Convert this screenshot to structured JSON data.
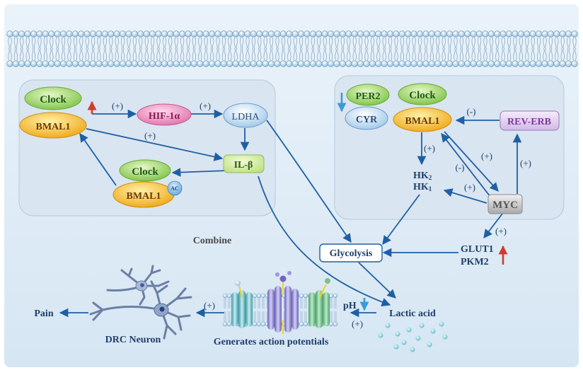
{
  "left_box": {
    "clock_top": "Clock",
    "bmal1_top": "BMAL1",
    "hif": "HIF-1α",
    "ldha": "LDHA",
    "il_beta": "IL-β",
    "clock_bottom": "Clock",
    "bmal1_bottom": "BMAL1",
    "ac_badge": "AC",
    "plus_hif": "(+)",
    "plus_ldha": "(+)",
    "plus_ilb": "(+)"
  },
  "combine_label": "Combine",
  "right_box": {
    "per2": "PER2",
    "cyr": "CYR",
    "clock": "Clock",
    "bmal1": "BMAL1",
    "rev_erb": "REV-ERB",
    "minus_rev": "(-)",
    "plus_hk": "(+)",
    "hk2_main": "HK",
    "hk2_sub": "2",
    "hk1_main": "HK",
    "hk1_sub": "1",
    "plus_myc_bmal": "(+)",
    "minus_myc_bmal": "(-)",
    "plus_myc_rev": "(+)",
    "plus_myc_hk": "(+)",
    "myc": "MYC"
  },
  "glycolysis": "Glycolysis",
  "glut1": "GLUT1",
  "pkm2": "PKM2",
  "plus_glut": "(+)",
  "lactic_acid": "Lactic acid",
  "ph": "pH",
  "plus_ph": "(+)",
  "plus_neuron": "(+)",
  "generates": "Generates action potentials",
  "drc_neuron": "DRC Neuron",
  "pain": "Pain",
  "colors": {
    "arrow": "#1f5fa3",
    "up_arrow": "#d43a2a",
    "down_arrow": "#3a9ad9",
    "panel": "#dde7f1",
    "clock": "#9dd66a",
    "bmal1": "#f3b71e",
    "hif": "#e884b8",
    "rev_erb": "#8e4fb4",
    "myc": "#b8b8b8"
  }
}
